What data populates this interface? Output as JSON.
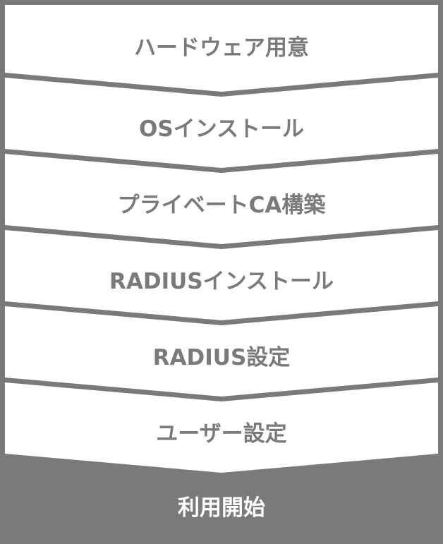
{
  "colors": {
    "border": "#7a7a7a",
    "step_fill": "#ffffff",
    "step_text": "#7a7a7a",
    "final_fill": "#7a7a7a",
    "final_text": "#ffffff"
  },
  "flow": {
    "steps": [
      {
        "label": "ハードウェア用意"
      },
      {
        "label": "OSインストール"
      },
      {
        "label": "プライベートCA構築"
      },
      {
        "label": "RADIUSインストール"
      },
      {
        "label": "RADIUS設定"
      },
      {
        "label": "ユーザー設定"
      }
    ],
    "final_step": {
      "label": "利用開始"
    }
  }
}
